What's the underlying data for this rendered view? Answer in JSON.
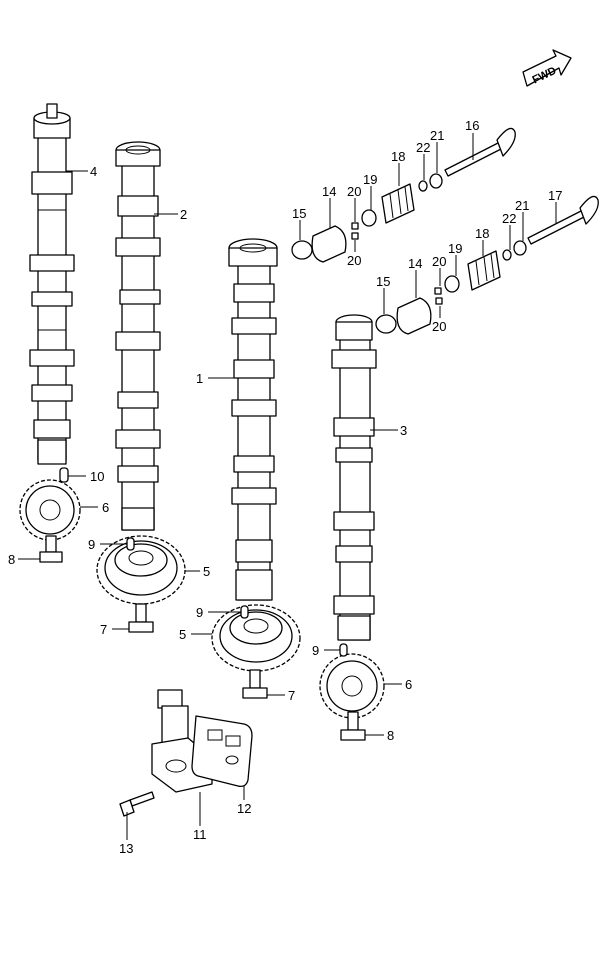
{
  "fwd_label": "FWD",
  "callouts": [
    {
      "id": "c1",
      "label": "1"
    },
    {
      "id": "c2",
      "label": "2"
    },
    {
      "id": "c3",
      "label": "3"
    },
    {
      "id": "c4",
      "label": "4"
    },
    {
      "id": "c5a",
      "label": "5"
    },
    {
      "id": "c5b",
      "label": "5"
    },
    {
      "id": "c6a",
      "label": "6"
    },
    {
      "id": "c6b",
      "label": "6"
    },
    {
      "id": "c7a",
      "label": "7"
    },
    {
      "id": "c7b",
      "label": "7"
    },
    {
      "id": "c8a",
      "label": "8"
    },
    {
      "id": "c8b",
      "label": "8"
    },
    {
      "id": "c9a",
      "label": "9"
    },
    {
      "id": "c9b",
      "label": "9"
    },
    {
      "id": "c9c",
      "label": "9"
    },
    {
      "id": "c10",
      "label": "10"
    },
    {
      "id": "c11",
      "label": "11"
    },
    {
      "id": "c12",
      "label": "12"
    },
    {
      "id": "c13",
      "label": "13"
    },
    {
      "id": "c14a",
      "label": "14"
    },
    {
      "id": "c14b",
      "label": "14"
    },
    {
      "id": "c15a",
      "label": "15"
    },
    {
      "id": "c15b",
      "label": "15"
    },
    {
      "id": "c16",
      "label": "16"
    },
    {
      "id": "c17",
      "label": "17"
    },
    {
      "id": "c18a",
      "label": "18"
    },
    {
      "id": "c18b",
      "label": "18"
    },
    {
      "id": "c19a",
      "label": "19"
    },
    {
      "id": "c19b",
      "label": "19"
    },
    {
      "id": "c20a",
      "label": "20"
    },
    {
      "id": "c20b",
      "label": "20"
    },
    {
      "id": "c20c",
      "label": "20"
    },
    {
      "id": "c20d",
      "label": "20"
    },
    {
      "id": "c21a",
      "label": "21"
    },
    {
      "id": "c21b",
      "label": "21"
    },
    {
      "id": "c22a",
      "label": "22"
    },
    {
      "id": "c22b",
      "label": "22"
    }
  ]
}
